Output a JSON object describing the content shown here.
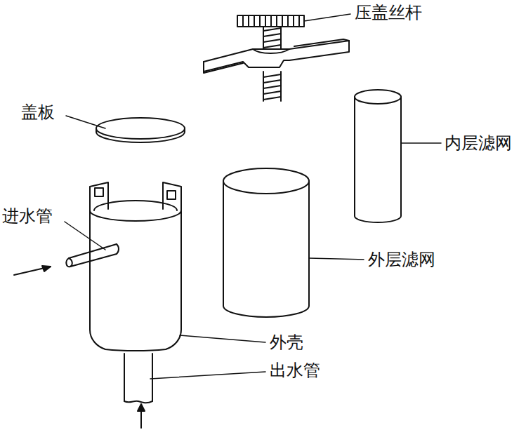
{
  "diagram": {
    "labels": [
      "压盖丝杆",
      "盖板",
      "内层滤网",
      "进水管",
      "外层滤网",
      "外壳",
      "出水管"
    ]
  }
}
